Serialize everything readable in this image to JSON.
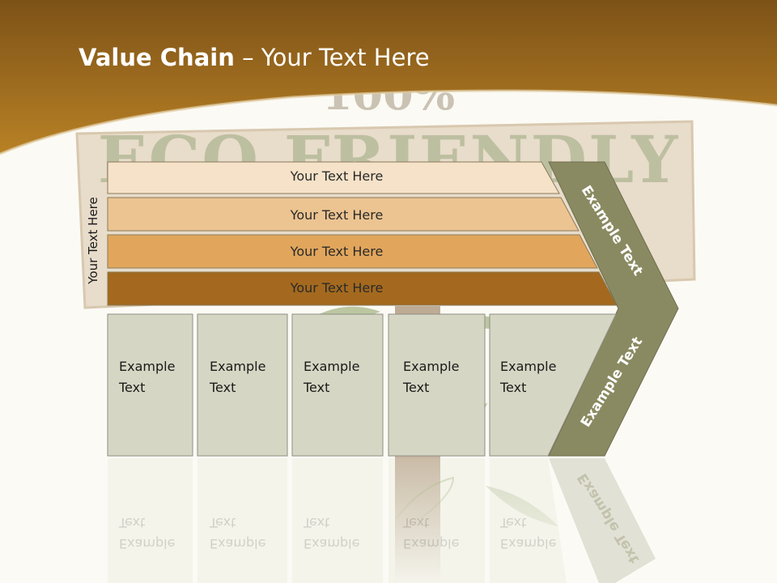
{
  "title": {
    "bold": "Value Chain",
    "rest": " – Your Text Here"
  },
  "side_label": "Your Text Here",
  "bars": [
    {
      "label": "Your Text Here",
      "color": "#f5e2c8"
    },
    {
      "label": "Your Text Here",
      "color": "#ecc491"
    },
    {
      "label": "Your Text Here",
      "color": "#e1a65c"
    },
    {
      "label": "Your Text Here",
      "color": "#a4691e"
    }
  ],
  "boxes": [
    {
      "line1": "Example",
      "line2": "Text"
    },
    {
      "line1": "Example",
      "line2": "Text"
    },
    {
      "line1": "Example",
      "line2": "Text"
    },
    {
      "line1": "Example",
      "line2": "Text"
    },
    {
      "line1": "Example",
      "line2": "Text"
    }
  ],
  "chevron": {
    "top_text": "Example Text",
    "bottom_text": "Example Text",
    "color": "#8a8a62"
  },
  "background_sign": {
    "line1": "100%",
    "line2": "ECO FRIENDLY"
  },
  "colors": {
    "header_brown": "#a26d22",
    "box_fill": "#d6d6c4",
    "box_border": "#8f8f85"
  }
}
